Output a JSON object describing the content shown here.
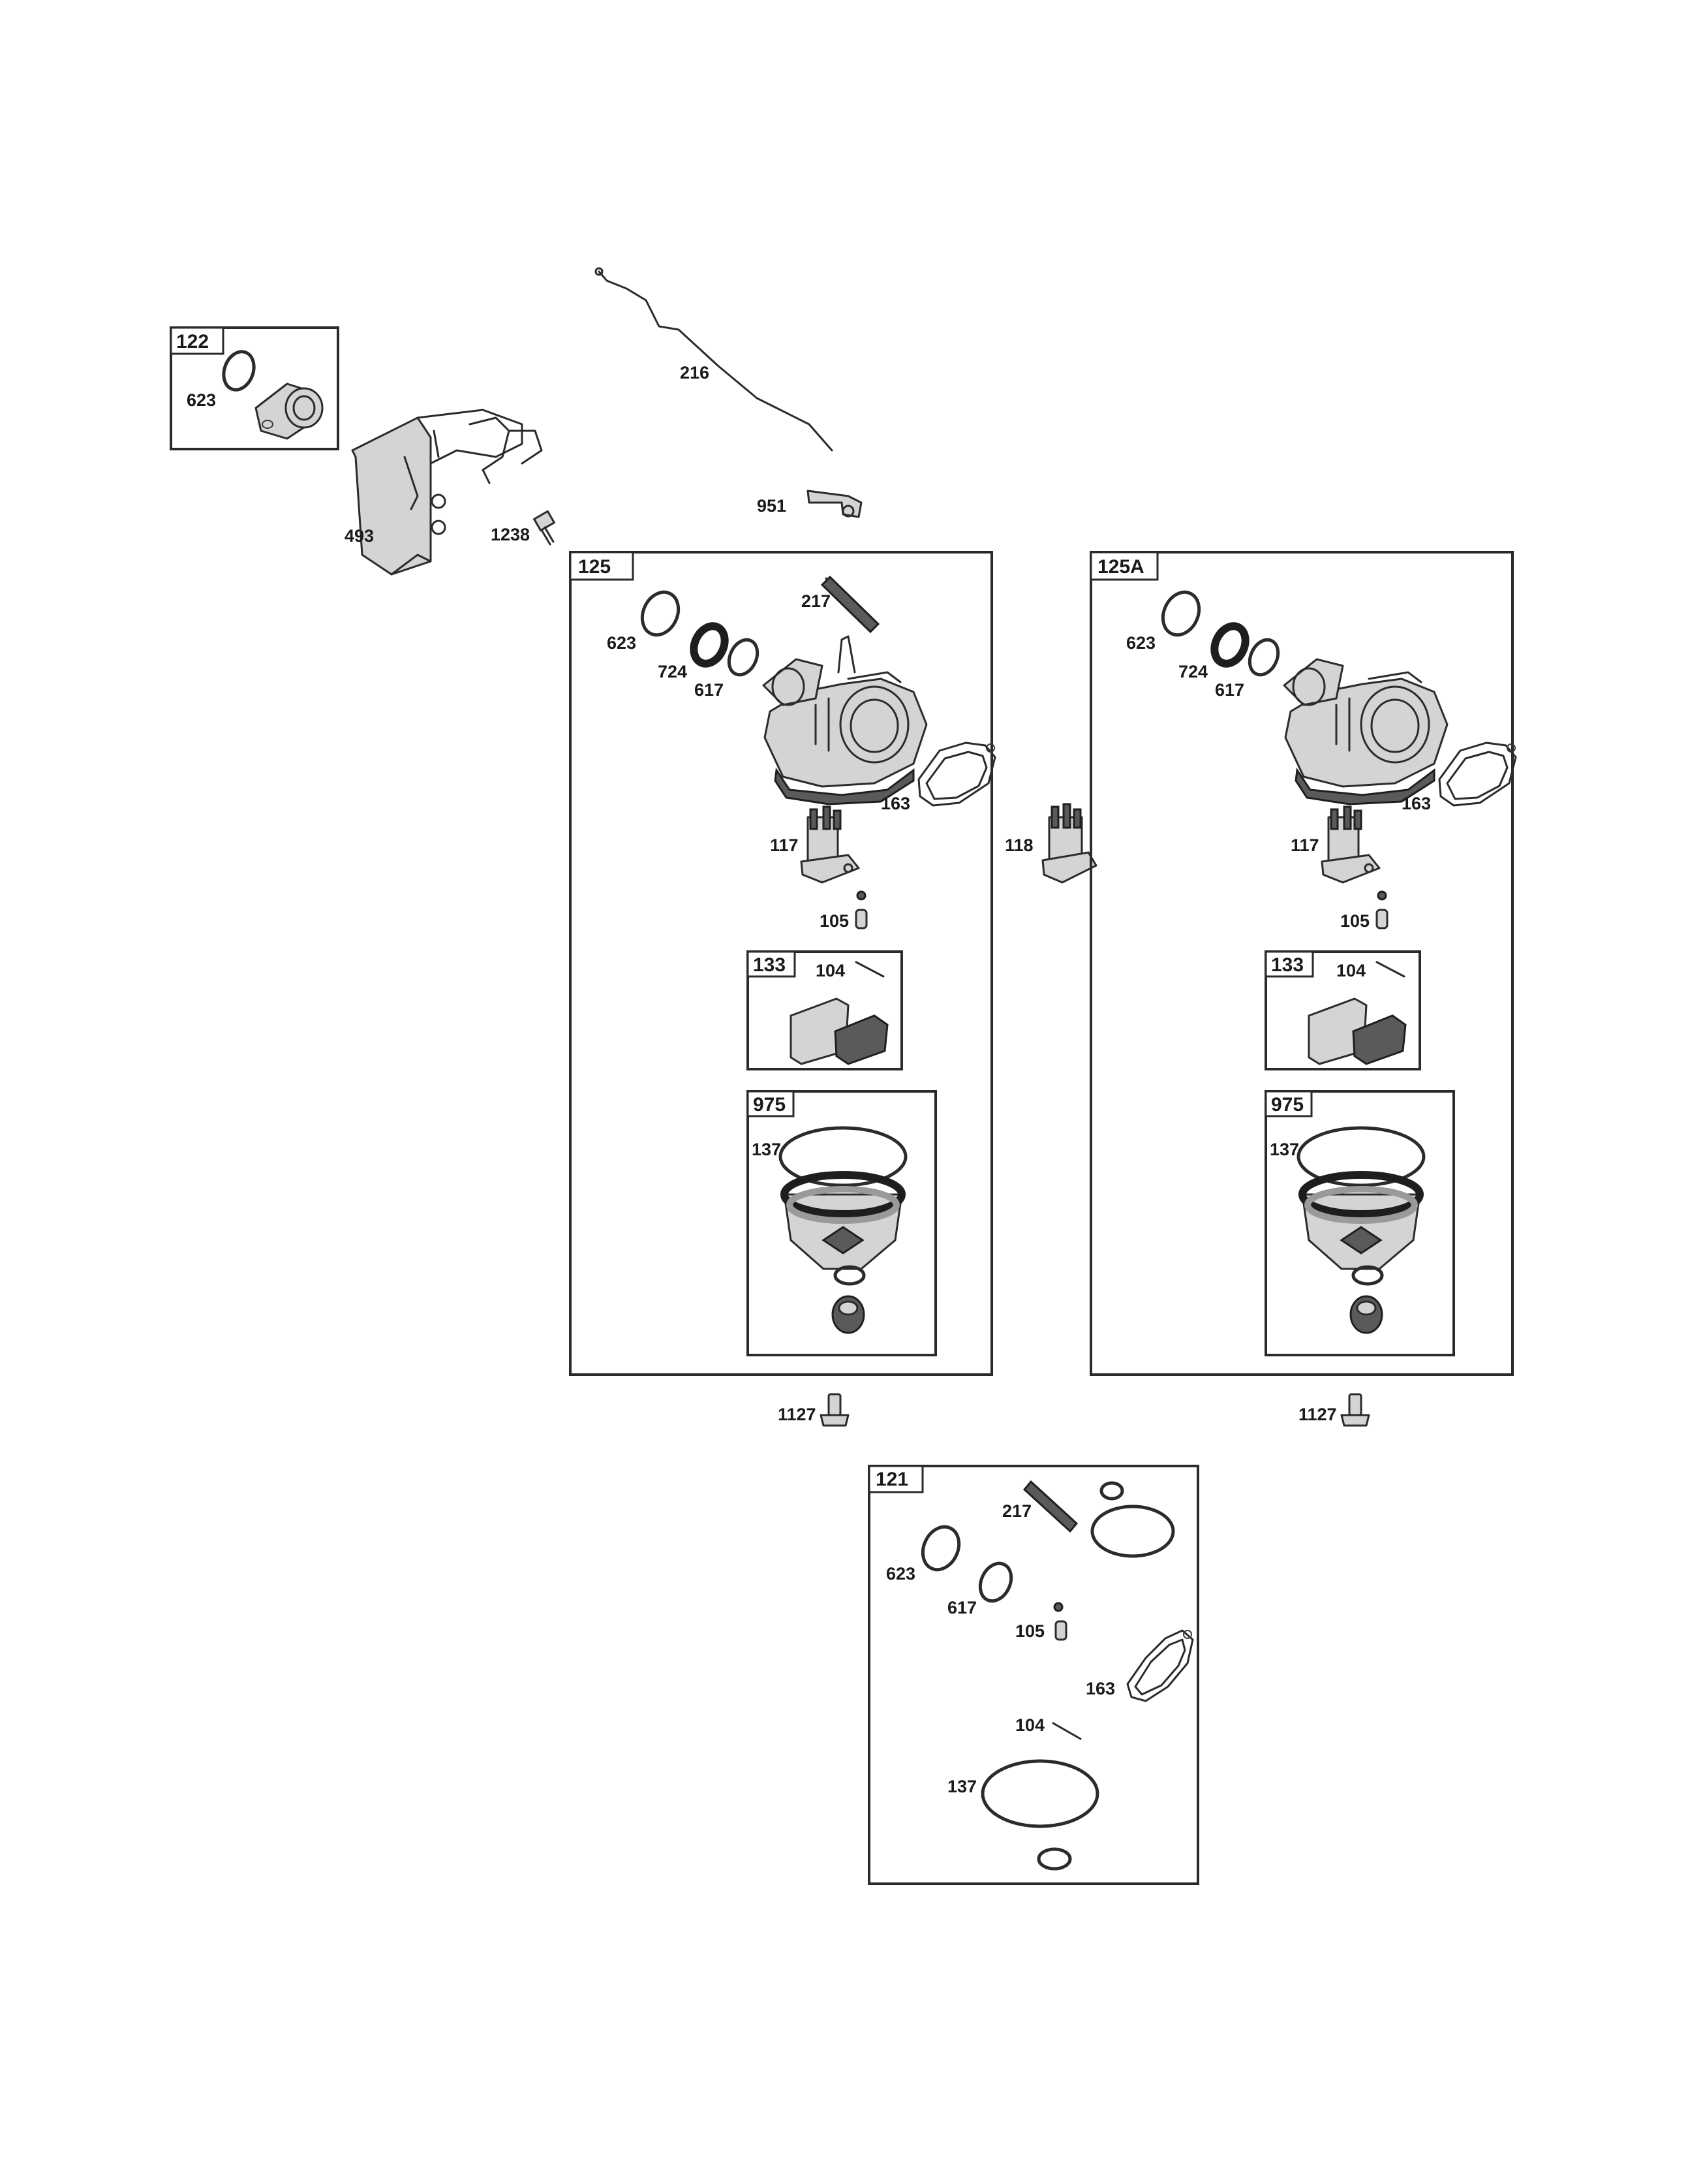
{
  "kits": {
    "k122": "122",
    "k125": "125",
    "k125a": "125A",
    "k133_left": "133",
    "k975_left": "975",
    "k133_right": "133",
    "k975_right": "975",
    "k121": "121"
  },
  "parts": {
    "p623_a": "623",
    "p493": "493",
    "p1238": "1238",
    "p216": "216",
    "p951": "951",
    "l_217": "217",
    "l_623": "623",
    "l_724": "724",
    "l_617": "617",
    "l_163": "163",
    "l_117": "117",
    "l_105": "105",
    "l_104": "104",
    "l_137": "137",
    "p118": "118",
    "r_623": "623",
    "r_724": "724",
    "r_617": "617",
    "r_163": "163",
    "r_117": "117",
    "r_105": "105",
    "r_104": "104",
    "r_137": "137",
    "p1127_left": "1127",
    "p1127_right": "1127",
    "b_217": "217",
    "b_623": "623",
    "b_617": "617",
    "b_105": "105",
    "b_163": "163",
    "b_104": "104",
    "b_137": "137"
  }
}
